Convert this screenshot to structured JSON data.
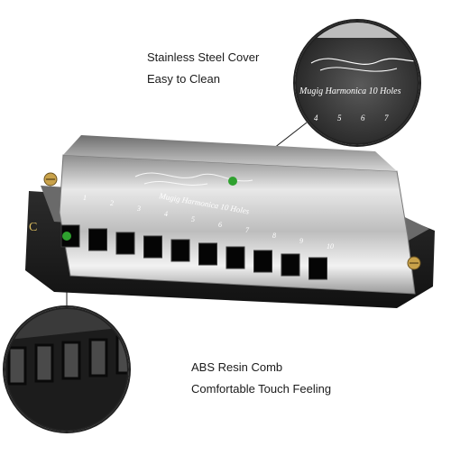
{
  "callouts": {
    "cover": {
      "line1": "Stainless Steel Cover",
      "line2": "Easy to Clean"
    },
    "comb": {
      "line1": "ABS Resin Comb",
      "line2": "Comfortable Touch Feeling"
    }
  },
  "harmonica": {
    "key_label": "C",
    "engraving": "Mugig Harmonica 10 Holes",
    "hole_numbers": [
      "1",
      "2",
      "3",
      "4",
      "5",
      "6",
      "7",
      "8",
      "9",
      "10"
    ],
    "zoom_hole_numbers": [
      "4",
      "5",
      "6",
      "7"
    ]
  },
  "colors": {
    "callout_dot": "#2fa12f",
    "callout_line": "#1a1a1a",
    "comb": "#222222",
    "cover": "#c9c9c9"
  }
}
